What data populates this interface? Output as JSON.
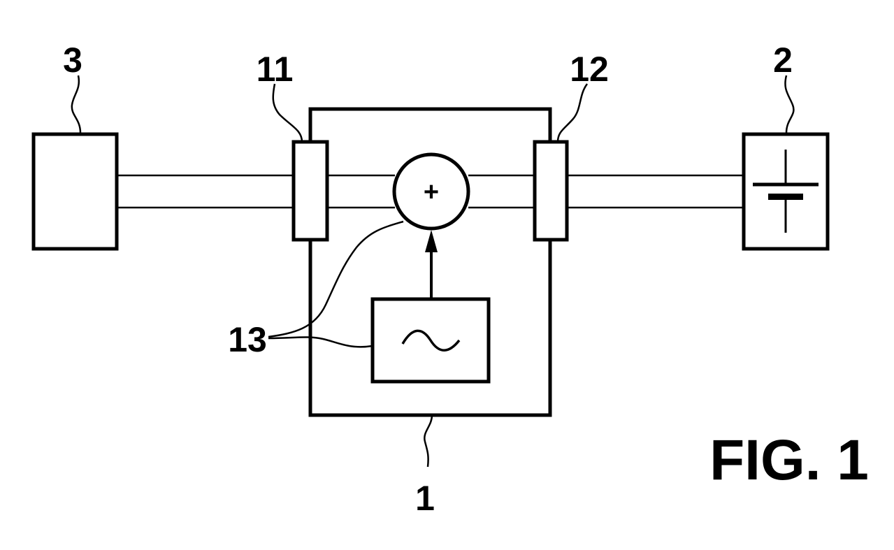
{
  "figure": {
    "caption": "FIG. 1",
    "refs": {
      "device": "1",
      "battery": "2",
      "load": "3",
      "terminal_left": "11",
      "terminal_right": "12",
      "signal_components": "13"
    },
    "summer_symbol": "+",
    "generator_symbol": "~",
    "battery_symbol": "battery-icon"
  }
}
